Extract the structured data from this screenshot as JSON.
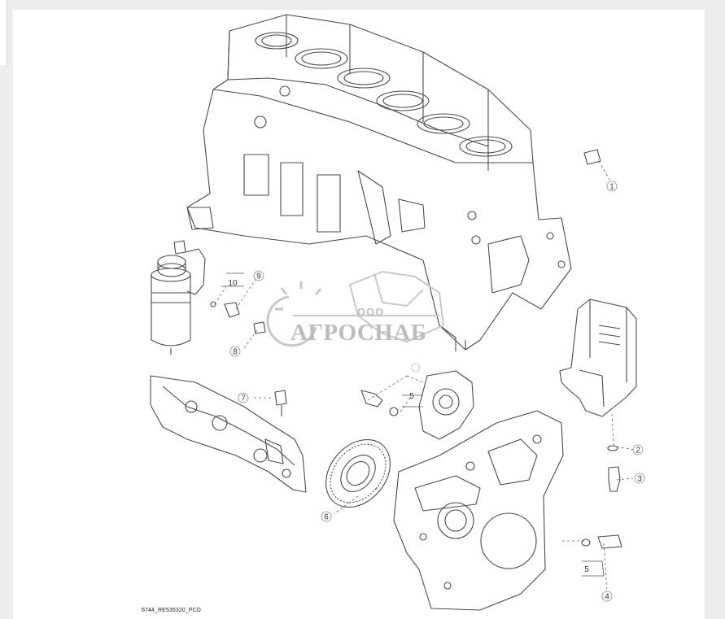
{
  "diagram": {
    "caption": "6744_RE535320_PCD",
    "watermark": {
      "line1": "ООО",
      "line2": "АГРОСНАБ"
    },
    "callouts": [
      "1",
      "2",
      "3",
      "4",
      "5",
      "5",
      "6",
      "7",
      "8",
      "9",
      "10"
    ],
    "colors": {
      "line": "#4a4a4a",
      "callout": "#777777",
      "watermark": "#bdbdbd",
      "panel": "#ffffff",
      "frame": "#ededed"
    }
  }
}
